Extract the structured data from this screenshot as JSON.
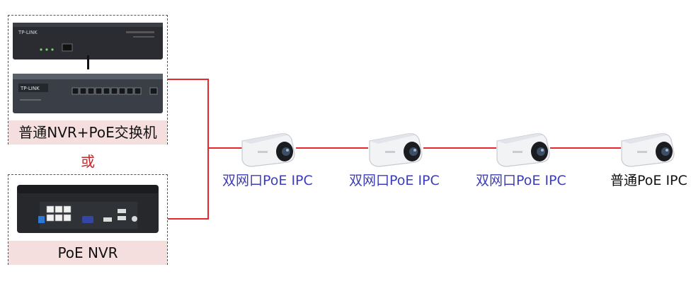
{
  "group_top": {
    "label": "普通NVR+PoE交换机"
  },
  "or_text": "或",
  "group_bottom": {
    "label": "PoE NVR"
  },
  "cameras": [
    {
      "label": "双网口PoE IPC"
    },
    {
      "label": "双网口PoE IPC"
    },
    {
      "label": "双网口PoE IPC"
    },
    {
      "label": "普通PoE IPC"
    }
  ],
  "colors": {
    "link": "#e8262d",
    "label_band": "#f5dede",
    "camera_label": "#3d3db8"
  },
  "icons": [
    "nvr-device-icon",
    "poe-switch-icon",
    "poe-nvr-icon",
    "bullet-camera-icon"
  ]
}
